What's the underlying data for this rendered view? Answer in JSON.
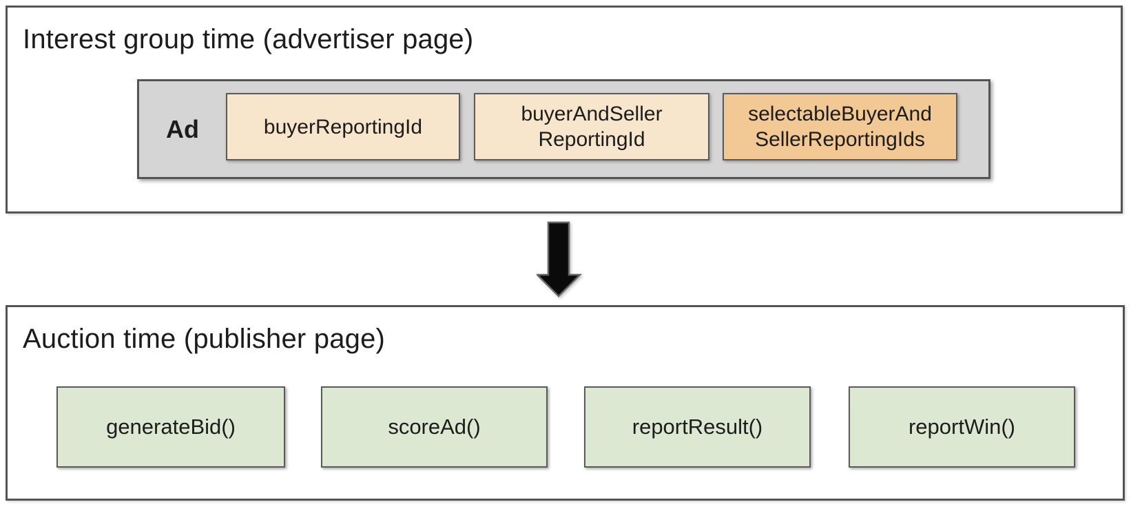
{
  "colors": {
    "peach_light": "#f8e6cc",
    "orange": "#f2c894",
    "green": "#dde8d3",
    "gray_container": "#d5d5d5",
    "border_dark": "#545454",
    "text": "#1c1c1c",
    "arrow_fill": "#0a0a0a"
  },
  "top_section": {
    "title": "Interest group time (advertiser page)",
    "ad_group": {
      "label": "Ad",
      "items": [
        {
          "label": "buyerReportingId"
        },
        {
          "label": "buyerAndSeller\nReportingId"
        },
        {
          "label": "selectableBuyerAnd\nSellerReportingIds"
        }
      ]
    }
  },
  "arrow": {
    "icon": "down-arrow"
  },
  "bottom_section": {
    "title": "Auction time (publisher page)",
    "functions": [
      {
        "label": "generateBid()"
      },
      {
        "label": "scoreAd()"
      },
      {
        "label": "reportResult()"
      },
      {
        "label": "reportWin()"
      }
    ]
  }
}
